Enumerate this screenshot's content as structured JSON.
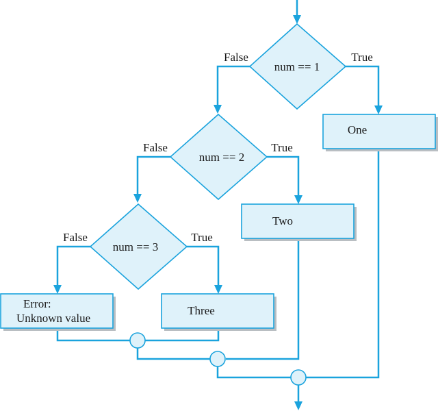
{
  "decisions": [
    {
      "condition": "num == 1",
      "false_label": "False",
      "true_label": "True"
    },
    {
      "condition": "num == 2",
      "false_label": "False",
      "true_label": "True"
    },
    {
      "condition": "num == 3",
      "false_label": "False",
      "true_label": "True"
    }
  ],
  "actions": {
    "one": "One",
    "two": "Two",
    "three": "Three",
    "error_line1": "Error:",
    "error_line2": "Unknown value"
  },
  "colors": {
    "line": "#1aa3dd",
    "fill": "#dff2fa",
    "shadow": "#b9bec2"
  }
}
